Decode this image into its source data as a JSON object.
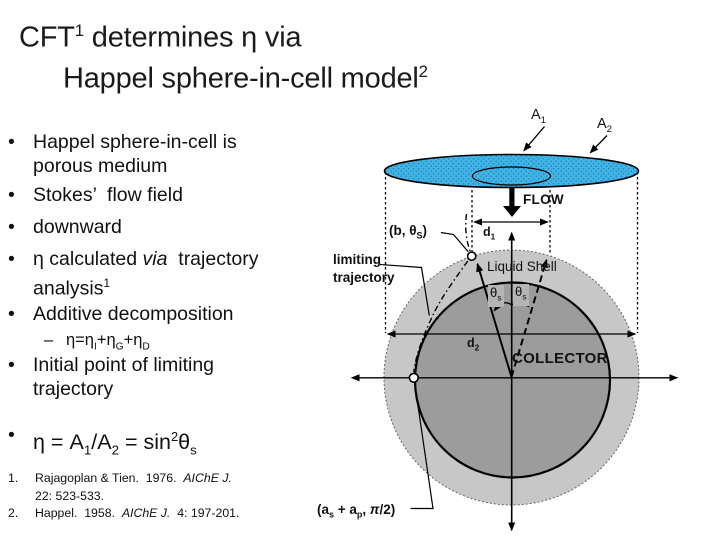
{
  "slide": {
    "bullet_char": "•",
    "title": {
      "line1_segments": [
        {
          "t": "CFT"
        },
        {
          "t": "1",
          "tag": "sup"
        },
        {
          "t": " determines η via"
        }
      ],
      "line2_segments": [
        {
          "t": "Happel sphere-in-cell model"
        },
        {
          "t": "2",
          "tag": "sup"
        }
      ]
    },
    "bullets": [
      {
        "segments": [
          {
            "t": "Happel sphere-in-cell is\nporous medium"
          }
        ]
      },
      {
        "segments": [
          {
            "t": "Stokes’  flow field"
          }
        ]
      },
      {
        "segments": [
          {
            "t": "downward"
          }
        ]
      },
      {
        "segments": [
          {
            "t": "η calculated "
          },
          {
            "t": "via",
            "tag": "i"
          },
          {
            "t": "  trajectory\nanalysis"
          },
          {
            "t": "1",
            "tag": "sup"
          }
        ]
      },
      {
        "segments": [
          {
            "t": "Additive decomposition"
          }
        ]
      },
      {
        "segments": [
          {
            "t": "Initial point of limiting\ntrajectory"
          }
        ]
      },
      {
        "segments": [
          {
            "t": "η = A"
          },
          {
            "t": "1",
            "tag": "sub"
          },
          {
            "t": "/A"
          },
          {
            "t": "2",
            "tag": "sub"
          },
          {
            "t": " = sin"
          },
          {
            "t": "2",
            "tag": "sup"
          },
          {
            "t": "θ"
          },
          {
            "t": "s",
            "tag": "sub"
          }
        ]
      }
    ],
    "sub_bullet": {
      "dash": "–",
      "segments": [
        {
          "t": "η=η"
        },
        {
          "t": "I",
          "tag": "sub"
        },
        {
          "t": "+η"
        },
        {
          "t": "G",
          "tag": "sub"
        },
        {
          "t": "+η"
        },
        {
          "t": "D",
          "tag": "sub"
        }
      ]
    },
    "references": [
      {
        "num": "1.",
        "segments": [
          {
            "t": "Rajagoplan & Tien.  1976.  "
          },
          {
            "t": "AIChE J.",
            "tag": "i"
          },
          {
            "t": "\n22: 523-533."
          }
        ]
      },
      {
        "num": "2.",
        "segments": [
          {
            "t": "Happel.  1958.  "
          },
          {
            "t": "AIChE J.",
            "tag": "i"
          },
          {
            "t": "  4: 197-201."
          }
        ]
      }
    ]
  },
  "diagram": {
    "labels": {
      "a1": [
        {
          "t": "A"
        },
        {
          "t": "1",
          "tag": "sub"
        }
      ],
      "a2": [
        {
          "t": "A"
        },
        {
          "t": "2",
          "tag": "sub"
        }
      ],
      "flow": [
        {
          "t": "FLOW"
        }
      ],
      "d1": [
        {
          "t": "d"
        },
        {
          "t": "1",
          "tag": "sub"
        }
      ],
      "d2": [
        {
          "t": "d"
        },
        {
          "t": "2",
          "tag": "sub"
        }
      ],
      "b_thetas": [
        {
          "t": "(b, θ"
        },
        {
          "t": "S",
          "tag": "sub"
        },
        {
          "t": ")"
        }
      ],
      "limiting_trajectory": [
        {
          "t": "limiting\ntrajectory"
        }
      ],
      "liquid_shell": [
        {
          "t": "Liquid Shell"
        }
      ],
      "theta_s": [
        {
          "t": "θ"
        },
        {
          "t": "s",
          "tag": "sub"
        }
      ],
      "collector": [
        {
          "t": "COLLECTOR"
        }
      ],
      "as_ap": [
        {
          "t": "(a"
        },
        {
          "t": "s",
          "tag": "sub"
        },
        {
          "t": " + a"
        },
        {
          "t": "p",
          "tag": "sub"
        },
        {
          "t": ", "
        },
        {
          "t": "π",
          "tag": "i"
        },
        {
          "t": "/2)"
        }
      ]
    },
    "colors": {
      "blue": "#41b4e6",
      "blue_dot": "#1779a8",
      "shell": "#c7c7c7",
      "collector": "#9c9c9c",
      "theta_bg": "#b5b5b5",
      "line": "#000000"
    }
  }
}
